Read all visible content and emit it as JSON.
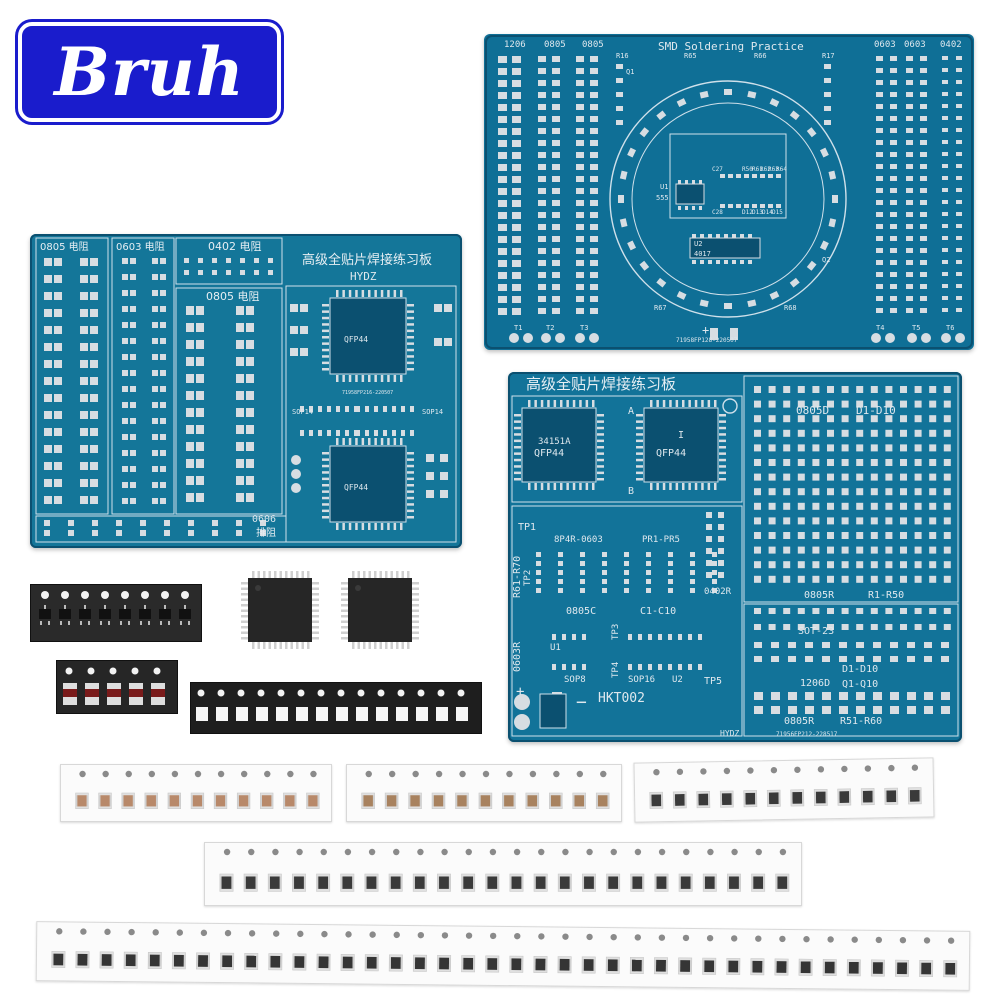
{
  "brand": {
    "label": "Bruh",
    "color": "#1a1ccc"
  },
  "colors": {
    "pcb_blue": "#0f6f96",
    "pcb_dark": "#0b5070",
    "pad": "#d7dde2",
    "silk": "#dfe8ee"
  },
  "board_top_right": {
    "title": "SMD Soldering Practice",
    "size_labels": [
      "1206",
      "0805",
      "0805",
      "0603",
      "0603",
      "0402"
    ],
    "center_labels": [
      "U1",
      "555",
      "U2",
      "4017",
      "Q1",
      "Q2",
      "C27",
      "C28",
      "R50",
      "R61",
      "R62",
      "R63",
      "R64",
      "D12",
      "D13",
      "D14",
      "D15"
    ],
    "edge_labels": [
      "R16",
      "R17",
      "R65",
      "R66",
      "R67",
      "R68",
      "T1",
      "T2",
      "T3",
      "T4",
      "T5",
      "T6"
    ],
    "part_number": "71958FP128-220507"
  },
  "board_left": {
    "title": "高级全贴片焊接练习板",
    "subtitle": "HYDZ",
    "sections": [
      "0805 电阻",
      "0603 电阻",
      "0402 电阻",
      "0805 电阻"
    ],
    "chips": [
      "QFP44",
      "QFP44"
    ],
    "sop_labels": [
      "SOP14",
      "SOP14"
    ],
    "bottom_labels": [
      "0606",
      "排阻"
    ],
    "part_number": "71958FP216-220507"
  },
  "board_bottom_right": {
    "title": "高级全贴片焊接练习板",
    "chips": [
      {
        "line1": "34151A",
        "line2": "QFP44",
        "corner": "A"
      },
      {
        "line1": "I",
        "line2": "QFP44",
        "corner": "B"
      }
    ],
    "labels": [
      "0805D",
      "D1-D10",
      "TP1",
      "R61-R70",
      "8P4R-0603",
      "PR1-PR5",
      "TP2",
      "0805C",
      "C1-C10",
      "0402R",
      "0805R",
      "R1-R50",
      "0603R",
      "TP3",
      "U1",
      "SOP8",
      "TP4",
      "SOP16",
      "U2",
      "SOT-23",
      "Q1-Q10",
      "TP5",
      "1206D",
      "D1-D10",
      "0805R",
      "R51-R60",
      "HKT002",
      "HYDZ"
    ],
    "part_number": "71956FP212-228517",
    "plus": "+",
    "minus": "−"
  }
}
